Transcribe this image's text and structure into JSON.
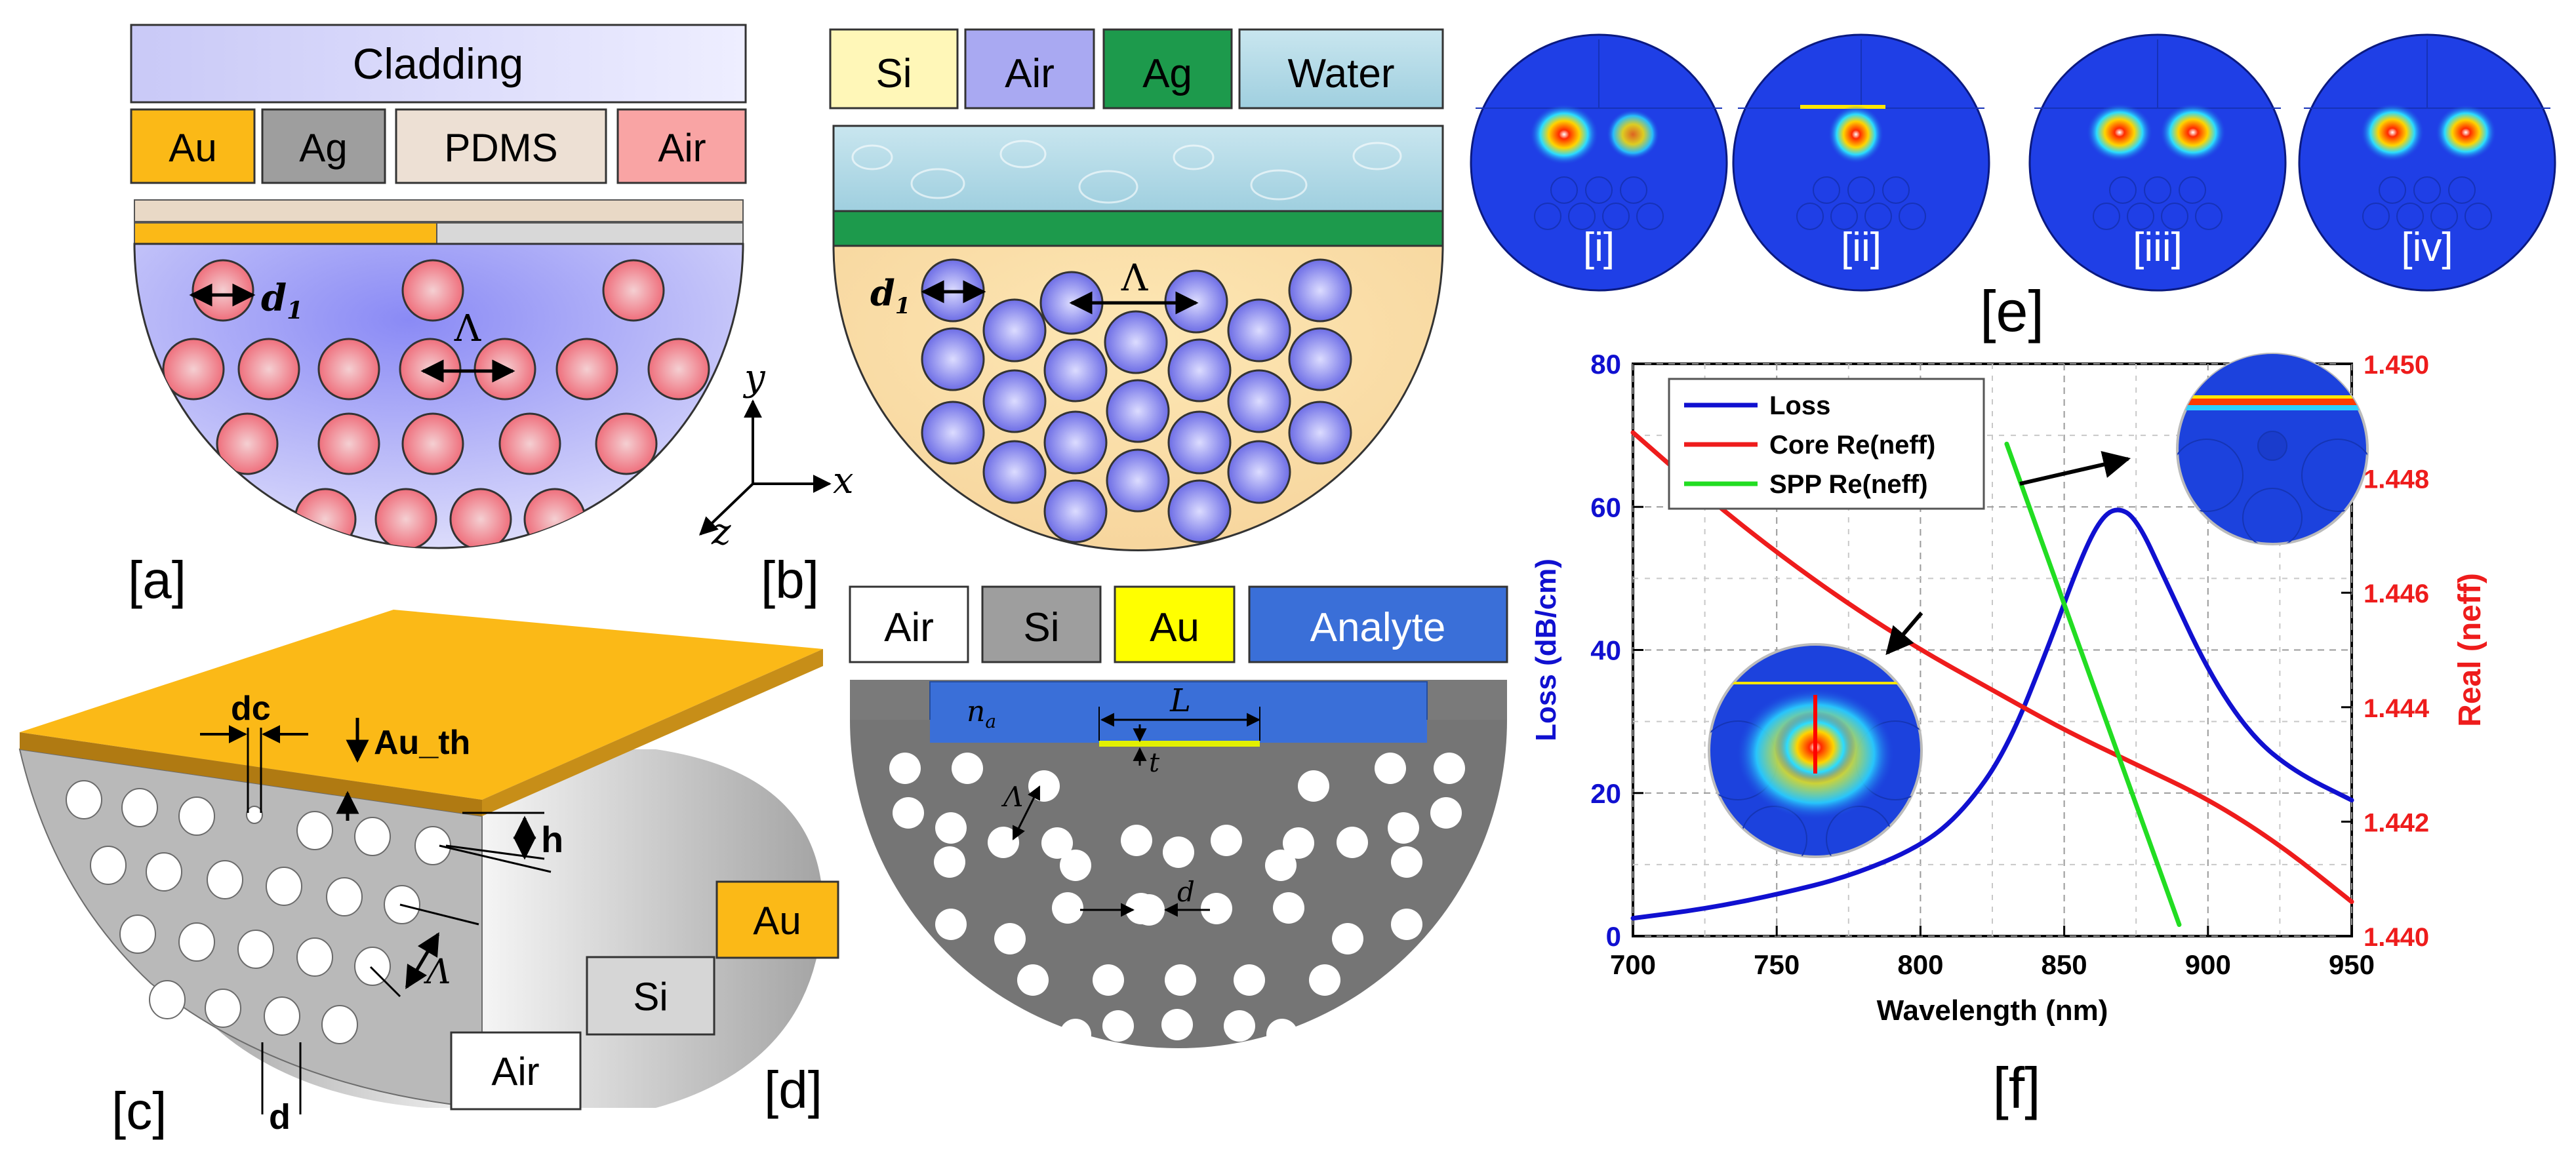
{
  "panels": {
    "a": "[a]",
    "b": "[b]",
    "c": "[c]",
    "d": "[d]",
    "e": "[e]",
    "f": "[f]"
  },
  "panel_a": {
    "cladding": "Cladding",
    "legend": [
      "Au",
      "Ag",
      "PDMS",
      "Air"
    ],
    "d_label": "d",
    "d_sub": "1",
    "pitch": "Λ",
    "axis_x": "x",
    "axis_y": "y",
    "axis_z": "z"
  },
  "panel_b": {
    "legend": [
      "Si",
      "Air",
      "Ag",
      "Water"
    ],
    "d_label": "d",
    "d_sub": "1",
    "pitch": "Λ"
  },
  "panel_c": {
    "dc": "dc",
    "au_th": "Au_th",
    "h": "h",
    "pitch": "Λ",
    "d": "d",
    "legend": [
      "Au",
      "Si",
      "Air"
    ]
  },
  "panel_d": {
    "legend": [
      "Air",
      "Si",
      "Au",
      "Analyte"
    ],
    "na": "n",
    "na_sub": "a",
    "L": "L",
    "t": "t",
    "pitch": "Λ",
    "d": "d"
  },
  "panel_e": {
    "modes": [
      "[i]",
      "[ii]",
      "[iii]",
      "[iv]"
    ]
  },
  "colors": {
    "au": "#fbb917",
    "ag": "#9e9e9e",
    "pdms": "#ede0d4",
    "air_pink": "#f9a4a4",
    "si_yellow": "#fff7b8",
    "air_blue": "#a9a9f2",
    "ag_green": "#1d9a4c",
    "analyte": "#3a6fd8",
    "loss": "#1010d0",
    "core": "#ee1c1c",
    "spp": "#22dd22"
  },
  "chart_data": {
    "type": "line",
    "xlabel": "Wavelength (nm)",
    "ylabel": "Loss (dB/cm)",
    "y2label": "Real (neff)",
    "xlim": [
      700,
      950
    ],
    "ylim": [
      0,
      80
    ],
    "y2lim": [
      1.44,
      1.45
    ],
    "x_ticks": [
      "700",
      "750",
      "800",
      "850",
      "900",
      "950"
    ],
    "y_ticks": [
      "0",
      "20",
      "40",
      "60",
      "80"
    ],
    "y2_ticks": [
      "1.440",
      "1.442",
      "1.444",
      "1.446",
      "1.448",
      "1.450"
    ],
    "grid": true,
    "legend_position": "top-left",
    "series": [
      {
        "name": "Loss",
        "axis": "left",
        "color": "#1010d0",
        "x": [
          700,
          725,
          750,
          775,
          800,
          815,
          830,
          845,
          855,
          862,
          868,
          875,
          885,
          900,
          915,
          930,
          950
        ],
        "y": [
          2.5,
          3.8,
          5.8,
          8.3,
          12.5,
          17.5,
          26,
          41,
          52,
          58,
          60,
          58.5,
          50,
          37,
          28,
          23,
          19
        ]
      },
      {
        "name": "Core Re(neff)",
        "axis": "right",
        "color": "#ee1c1c",
        "x": [
          700,
          725,
          750,
          775,
          800,
          825,
          850,
          875,
          900,
          925,
          950
        ],
        "y": [
          1.4488,
          1.4477,
          1.4467,
          1.4458,
          1.445,
          1.4443,
          1.4436,
          1.443,
          1.4424,
          1.4416,
          1.4406
        ]
      },
      {
        "name": "SPP Re(neff)",
        "axis": "right",
        "color": "#22dd22",
        "x": [
          830,
          890
        ],
        "y": [
          1.4486,
          1.4402
        ]
      }
    ]
  }
}
